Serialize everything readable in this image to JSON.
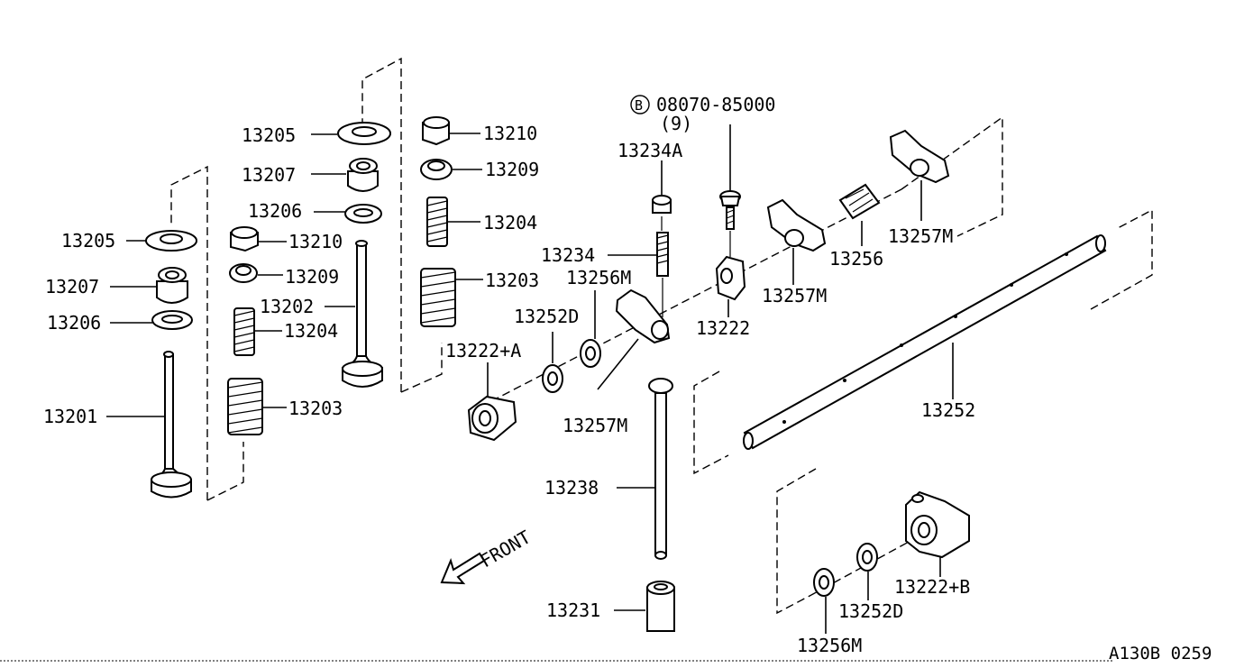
{
  "diagram": {
    "footer_code": "A130B 0259",
    "front_label": "FRONT",
    "bolt_note": {
      "marker": "B",
      "part_number": "08070-85000",
      "quantity": "(9)"
    },
    "callouts": {
      "c13205_left": "13205",
      "c13207_left": "13207",
      "c13206_left": "13206",
      "c13201": "13201",
      "c13205_mid": "13205",
      "c13207_mid": "13207",
      "c13206_mid": "13206",
      "c13210_mid": "13210",
      "c13209_mid": "13209",
      "c13202": "13202",
      "c13204_mid": "13204",
      "c13203_mid": "13203",
      "c13210_right": "13210",
      "c13209_right": "13209",
      "c13204_right": "13204",
      "c13203_right": "13203",
      "c13234A": "13234A",
      "c13234": "13234",
      "c13256M_top": "13256M",
      "c13252D_top": "13252D",
      "c13222A": "13222+A",
      "c13257M_low": "13257M",
      "c13238": "13238",
      "c13231": "13231",
      "c13222": "13222",
      "c13257M_mid": "13257M",
      "c13256": "13256",
      "c13257M_top": "13257M",
      "c13252": "13252",
      "c13222B": "13222+B",
      "c13252D_bot": "13252D",
      "c13256M_bot": "13256M"
    }
  }
}
